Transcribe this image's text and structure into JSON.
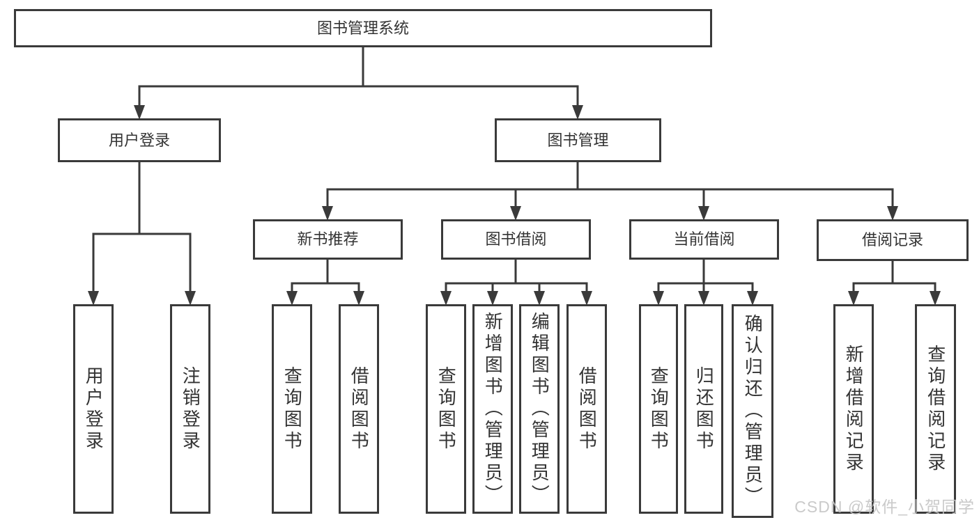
{
  "colors": {
    "line": "#3a3a3a",
    "text": "#333333",
    "watermark": "#c5c5c5",
    "background": "#ffffff"
  },
  "watermark": {
    "text": "CSDN @软件_小贺同学"
  },
  "diagram": {
    "root": {
      "label": "图书管理系统"
    },
    "level2": [
      {
        "label": "用户登录"
      },
      {
        "label": "图书管理"
      }
    ],
    "level3": [
      {
        "label": "新书推荐"
      },
      {
        "label": "图书借阅"
      },
      {
        "label": "当前借阅"
      },
      {
        "label": "借阅记录"
      }
    ],
    "leaves": {
      "login": [
        "用户登录",
        "注销登录"
      ],
      "newbook": [
        "查询图书",
        "借阅图书"
      ],
      "borrow": [
        "查询图书",
        "新增图书（管理员）",
        "编辑图书（管理员）",
        "借阅图书"
      ],
      "current": [
        "查询图书",
        "归还图书",
        "确认归还（管理员）"
      ],
      "records": [
        "新增借阅记录",
        "查询借阅记录"
      ]
    }
  }
}
